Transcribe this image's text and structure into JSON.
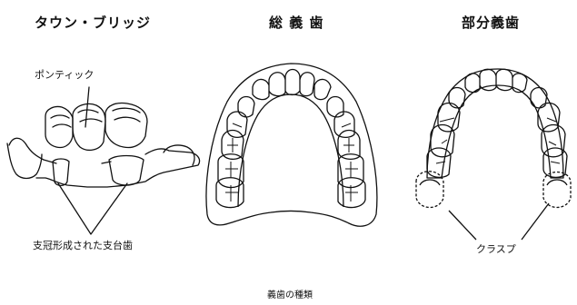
{
  "titles": {
    "bridge": "タウン・ブリッジ",
    "complete_denture": "総 義 歯",
    "partial_denture": "部分義歯"
  },
  "labels": {
    "pontic": "ポンティック",
    "abutment": "支冠形成された支台歯",
    "clasp": "クラスプ"
  },
  "caption": "義歯の種類"
}
